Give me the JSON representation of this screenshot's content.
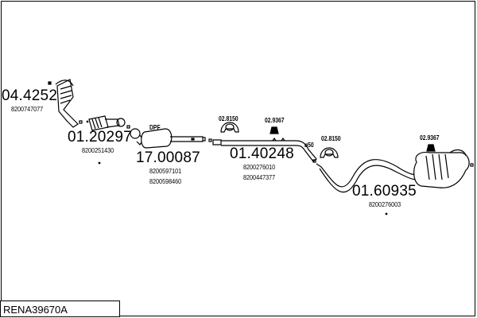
{
  "title": "RENA39670A",
  "parts": [
    {
      "number": "04.4252",
      "oem": [
        "8200747077"
      ]
    },
    {
      "number": "01.20297",
      "oem": [
        "8200251430"
      ]
    },
    {
      "number": "17.00087",
      "label": "DPF",
      "oem": [
        "8200597101",
        "8200598460"
      ]
    },
    {
      "number": "01.40248",
      "oem": [
        "8200276010",
        "8200447377"
      ]
    },
    {
      "number": "01.60935",
      "oem": [
        "8200276003"
      ]
    }
  ],
  "accessories": [
    {
      "number": "02.8150"
    },
    {
      "number": "02.9367"
    },
    {
      "number": "02.8150"
    },
    {
      "number": "02.9367"
    }
  ],
  "diameter_label": "ø50"
}
